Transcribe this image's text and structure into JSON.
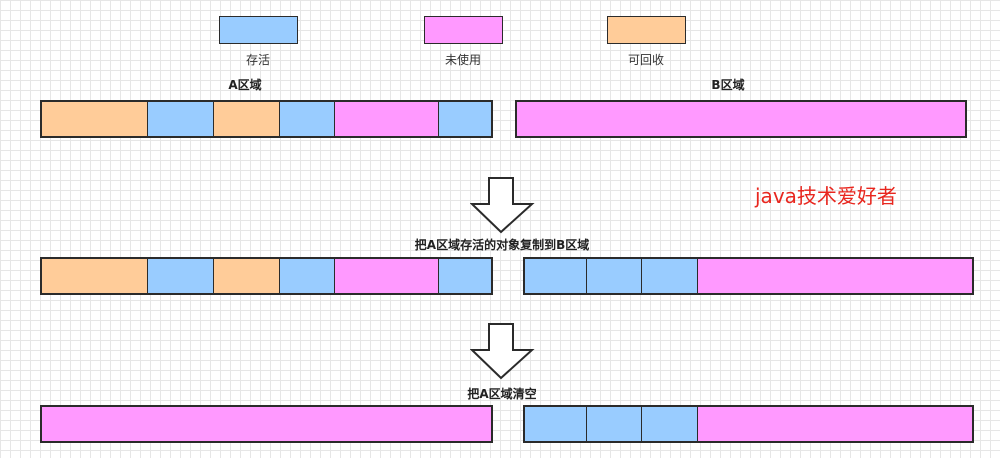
{
  "colors": {
    "live": "#99ccff",
    "unused": "#ff99ff",
    "reclaimable": "#ffcc99",
    "stroke": "#2b2b2b"
  },
  "legend": [
    {
      "key": "live",
      "label": "存活"
    },
    {
      "key": "unused",
      "label": "未使用"
    },
    {
      "key": "reclaimable",
      "label": "可回收"
    }
  ],
  "regions": {
    "a_label": "A区域",
    "b_label": "B区域"
  },
  "steps": {
    "copy_label": "把A区域存活的对象复制到B区域",
    "clear_label": "把A区域清空"
  },
  "watermark": "java技术爱好者",
  "rows": [
    {
      "a": [
        "reclaimable",
        "live",
        "reclaimable",
        "live",
        "unused",
        "live"
      ],
      "b": [
        "unused"
      ]
    },
    {
      "a": [
        "reclaimable",
        "live",
        "reclaimable",
        "live",
        "unused",
        "live"
      ],
      "b": [
        "live",
        "live",
        "live",
        "unused"
      ]
    },
    {
      "a": [
        "unused"
      ],
      "b": [
        "live",
        "live",
        "live",
        "unused"
      ]
    }
  ]
}
